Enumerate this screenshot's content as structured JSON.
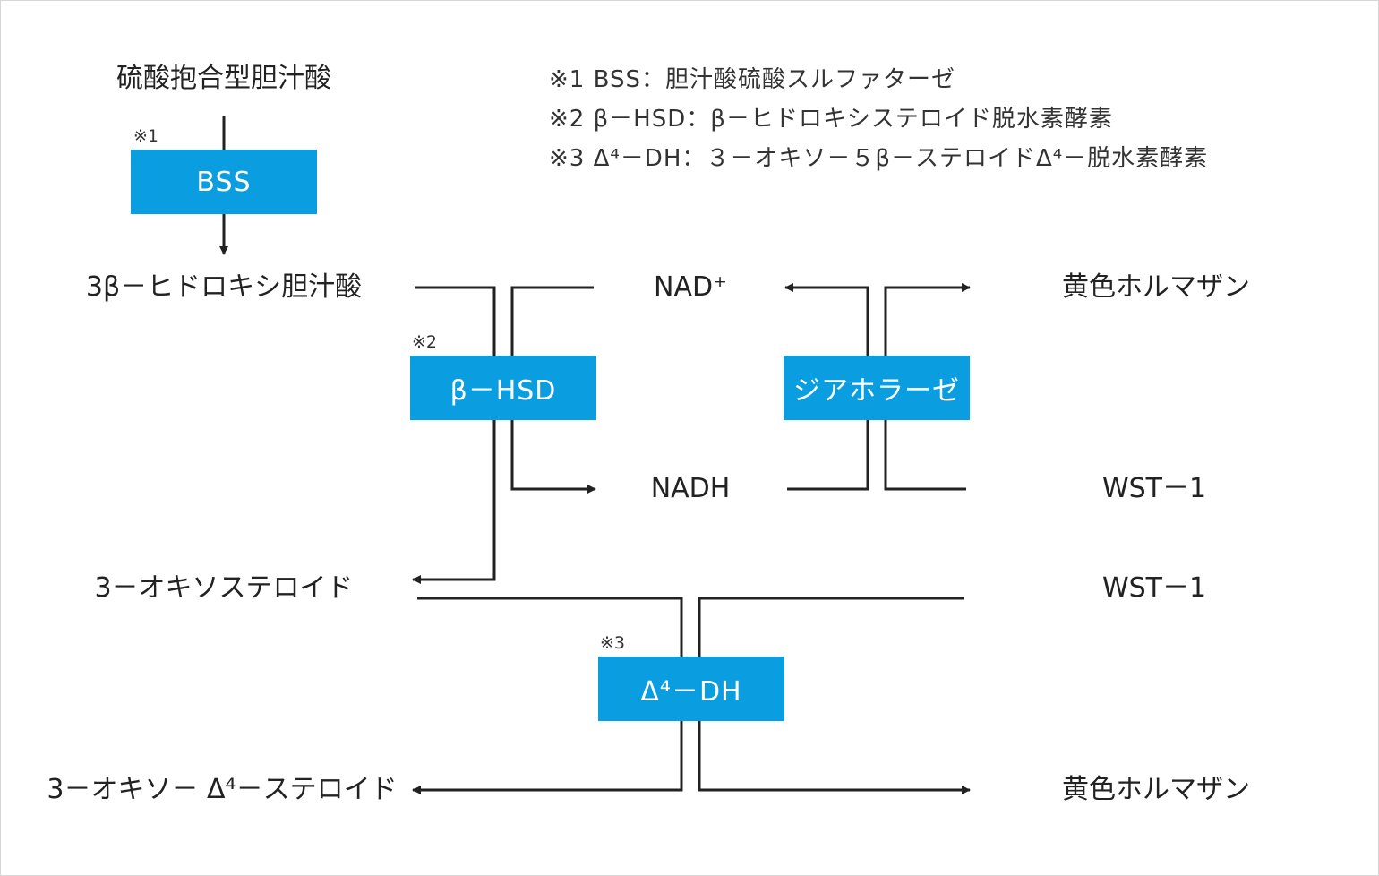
{
  "legend": [
    "※1 BSS：胆汁酸硫酸スルファターゼ",
    "※2 β－HSD：β－ヒドロキシステロイド脱水素酵素",
    "※3 Δ⁴－DH：３－オキソ－５β－ステロイドΔ⁴－脱水素酵素"
  ],
  "labels": {
    "sulfated_bile_acid": "硫酸抱合型胆汁酸",
    "hydroxy_bile_acid": "3β－ヒドロキシ胆汁酸",
    "oxo_steroid": "3－オキソステロイド",
    "oxo_delta_steroid": "3－オキソ－ Δ⁴－ステロイド",
    "nad_plus": "NAD⁺",
    "nadh": "NADH",
    "formazan_top": "黄色ホルマザン",
    "wst_top": "WST－1",
    "wst_bottom": "WST－1",
    "formazan_bottom": "黄色ホルマザン"
  },
  "enzymes": {
    "bss": {
      "label": "BSS",
      "note": "※1"
    },
    "bhsd": {
      "label": "β－HSD",
      "note": "※2"
    },
    "diaphorase": {
      "label": "ジアホラーゼ"
    },
    "d4dh": {
      "label": "Δ⁴－DH",
      "note": "※3"
    }
  },
  "colors": {
    "enzyme_fill": "#0a9ee0",
    "line": "#222222",
    "text": "#222222"
  }
}
